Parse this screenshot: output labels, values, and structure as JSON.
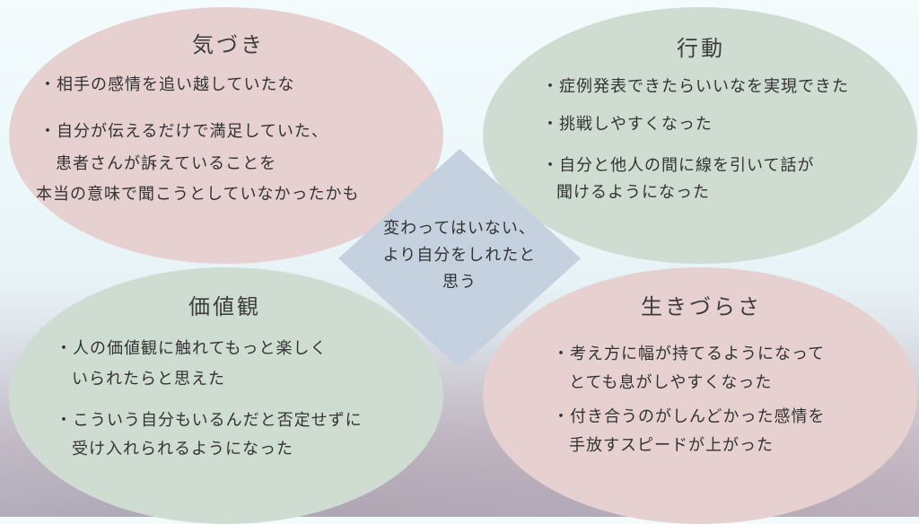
{
  "quadrants": {
    "top_left": {
      "title": "気づき",
      "lines": [
        "・相手の感情を追い越していたな",
        "・自分が伝えるだけで満足していた、",
        "患者さんが訴えていることを",
        "本当の意味で聞こうとしていなかったかも"
      ]
    },
    "top_right": {
      "title": "行動",
      "lines": [
        "・症例発表できたらいいなを実現できた",
        "・挑戦しやすくなった",
        "・自分と他人の間に線を引いて話が",
        "聞けるようになった"
      ]
    },
    "bottom_left": {
      "title": "価値観",
      "lines": [
        "・人の価値観に触れてもっと楽しく",
        "いられたらと思えた",
        "・こういう自分もいるんだと否定せずに",
        "受け入れられるようになった"
      ]
    },
    "bottom_right": {
      "title": "生きづらさ",
      "lines": [
        "・考え方に幅が持てるようになって",
        "とても息がしやすくなった",
        "・付き合うのがしんどかった感情を",
        "手放すスピードが上がった"
      ]
    }
  },
  "center": {
    "lines": [
      "変わってはいない、",
      "より自分をしれたと",
      "思う"
    ]
  }
}
